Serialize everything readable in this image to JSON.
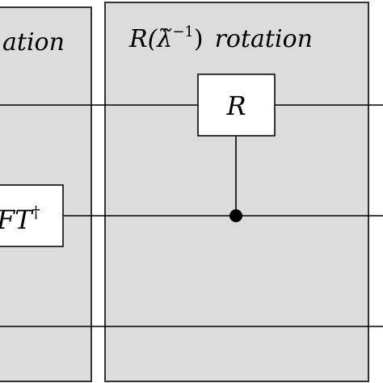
{
  "diagram": {
    "left_panel": {
      "label_fragment": "ation",
      "gate_label": "FT",
      "gate_superscript": "†"
    },
    "right_panel": {
      "title_prefix": "R(",
      "title_lambda": "λ̃",
      "title_exponent": "−1",
      "title_suffix": ")",
      "title_word": "rotation",
      "gate_label": "R"
    },
    "colors": {
      "panel_fill": "#dcdcdc",
      "line": "#000000",
      "gate_fill": "#ffffff"
    }
  }
}
